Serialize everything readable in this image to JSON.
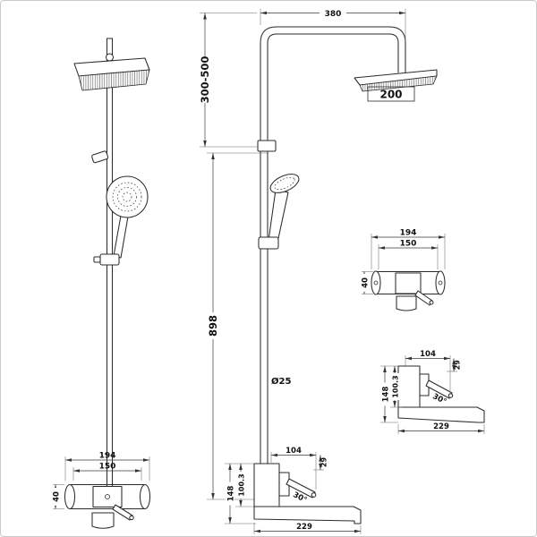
{
  "front_view": {
    "dim_outer_width": "194",
    "dim_inner_width": "150",
    "dim_depth": "40"
  },
  "side_view": {
    "dim_arm_width": "380",
    "dim_adjustable_height": "300-500",
    "dim_column_height": "898",
    "dim_pipe_diameter": "Ø25",
    "dim_head_diameter": "200",
    "mixer": {
      "dim_top_width": "104",
      "dim_handle_offset": "29",
      "dim_total_height": "148",
      "dim_body_height": "100.3",
      "dim_handle_angle": "30°",
      "dim_spout_length": "229"
    }
  },
  "detail_front_view": {
    "dim_outer_width": "194",
    "dim_inner_width": "150",
    "dim_depth": "40"
  },
  "detail_side_view": {
    "dim_top_width": "104",
    "dim_handle_offset": "29",
    "dim_total_height": "148",
    "dim_body_height": "100.3",
    "dim_handle_angle": "30°",
    "dim_spout_length": "229"
  }
}
